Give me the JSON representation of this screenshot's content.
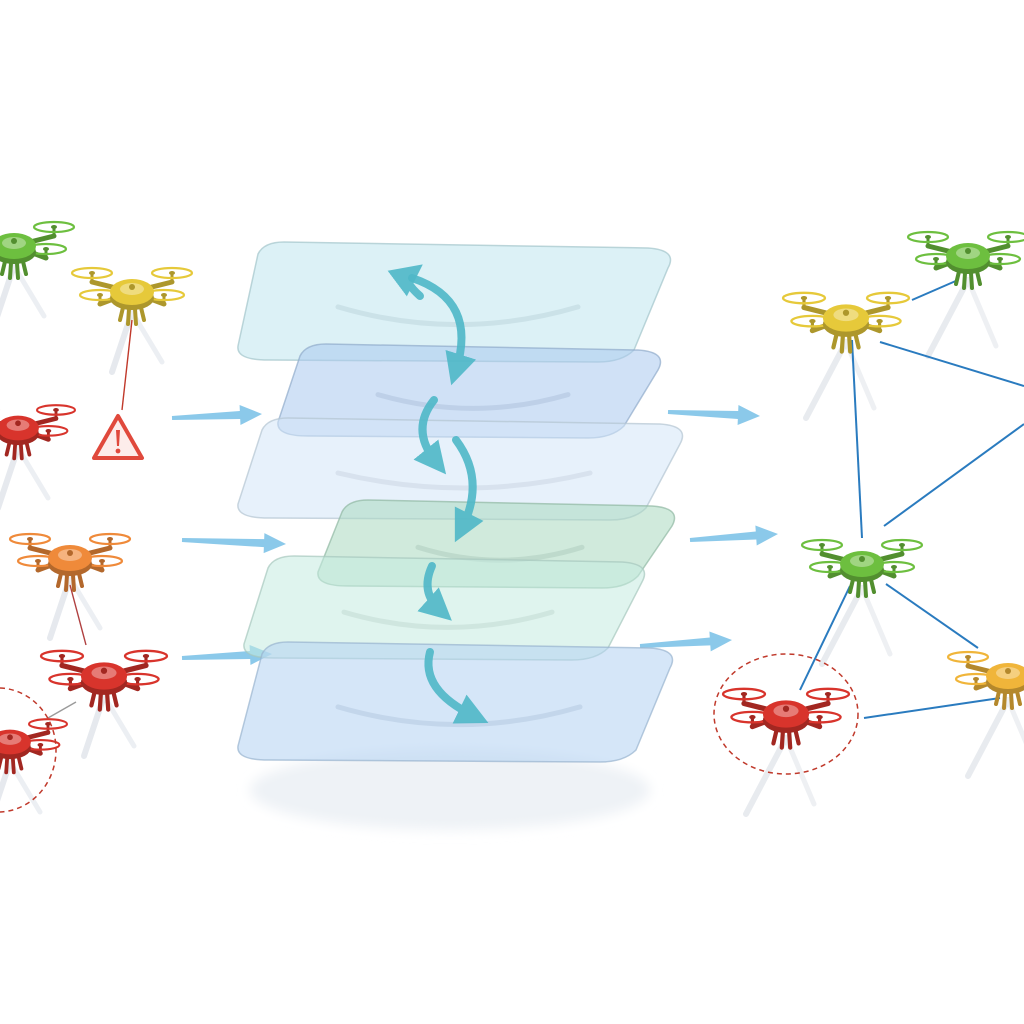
{
  "colors": {
    "green": "#6dbf3f",
    "yellow": "#e6c93a",
    "yellow_orange": "#f0b53a",
    "orange": "#ef8a3a",
    "red": "#d8342c",
    "warning": "#e0493c",
    "arrow": "#7ec3e8",
    "link": "#2a7bbf",
    "fault_ring": "#c0392b",
    "layer_cyan": "#bfe6ee",
    "layer_blue": "#a9c9ef",
    "layer_light": "#d4e6f7",
    "layer_green": "#a9d8c0",
    "layer_mint": "#c5ebe0",
    "layer_sky": "#b3d2f2",
    "cycle_arrow": "#4fb8c8"
  },
  "left_swarm": {
    "drones": [
      {
        "id": "l1",
        "status": "green"
      },
      {
        "id": "l2",
        "status": "yellow"
      },
      {
        "id": "l3",
        "status": "red"
      },
      {
        "id": "l4",
        "status": "orange"
      },
      {
        "id": "l5",
        "status": "red"
      },
      {
        "id": "l6",
        "status": "red",
        "faulted": true
      }
    ],
    "icons": [
      "warning-icon"
    ]
  },
  "layer_stack": {
    "layers": [
      {
        "id": "layer-1",
        "tint": "layer_cyan"
      },
      {
        "id": "layer-2",
        "tint": "layer_blue"
      },
      {
        "id": "layer-3",
        "tint": "layer_light"
      },
      {
        "id": "layer-4",
        "tint": "layer_green"
      },
      {
        "id": "layer-5",
        "tint": "layer_mint"
      },
      {
        "id": "layer-6",
        "tint": "layer_sky"
      }
    ]
  },
  "right_swarm": {
    "drones": [
      {
        "id": "r1",
        "status": "green"
      },
      {
        "id": "r2",
        "status": "yellow"
      },
      {
        "id": "r3",
        "status": "green"
      },
      {
        "id": "r4",
        "status": "yellow_orange"
      },
      {
        "id": "r5",
        "status": "red",
        "faulted": true
      }
    ]
  }
}
